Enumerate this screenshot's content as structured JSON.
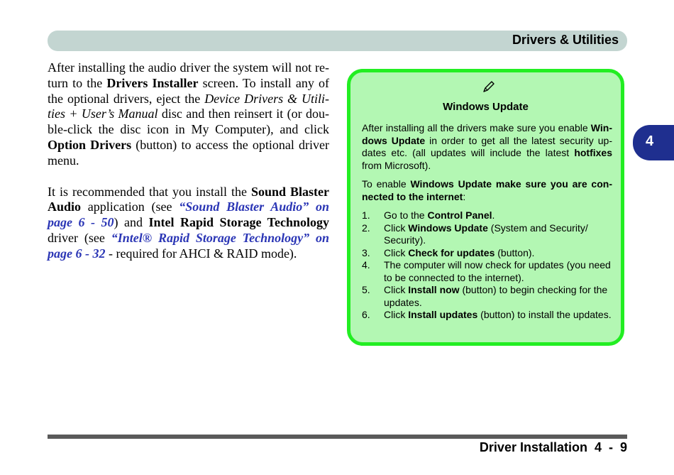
{
  "header": {
    "title": "Drivers & Utilities"
  },
  "chapter_tab": {
    "label": "4"
  },
  "left_column": {
    "p1": {
      "t1": "After installing the audio driver the system will not re-turn to the ",
      "b1": "Drivers Installer",
      "t2": " screen. To install any of the optional drivers, eject the ",
      "i1": "Device Drivers & Utili-ties + User’s Manual",
      "t3": " disc and then reinsert it (or dou-ble-click the disc icon in My Computer), and click ",
      "b2": "Option Drivers",
      "t4": " (button) to access the optional driver menu."
    },
    "p2": {
      "t1": "It is recommended that you install the ",
      "b1": "Sound Blaster Audio",
      "t2": " application (see ",
      "link1": "“Sound Blaster Audio” on page 6 - 50",
      "t3": ") and ",
      "b2": "Intel Rapid Storage Technology",
      "t4": " driver (see ",
      "link2": "“Intel® Rapid Storage Technology” on page 6 - 32",
      "t5": " - required for AHCI & RAID mode)."
    }
  },
  "note": {
    "icon": "pencil-icon",
    "title": "Windows Update",
    "p1": {
      "t1": "After installing all the drivers make sure you enable ",
      "b1": "Win-dows Update",
      "t2": " in order to get all the latest security up-dates etc. (all updates will include the latest ",
      "b2": "hotfixes",
      "t3": " from Microsoft)."
    },
    "p2": {
      "t1": "To enable ",
      "b1": "Windows Update make sure you are con-nected to the internet",
      "t2": ":"
    },
    "steps": [
      {
        "num": "1.",
        "t1": "Go to the ",
        "b1": "Control Panel",
        "t2": "."
      },
      {
        "num": "2.",
        "t1": "Click ",
        "b1": "Windows Update",
        "t2": " (System and Security/ Security)."
      },
      {
        "num": "3.",
        "t1": "Click ",
        "b1": "Check for updates",
        "t2": " (button)."
      },
      {
        "num": "4.",
        "t1": "The computer will now check for updates (you need to be connected to the internet).",
        "b1": "",
        "t2": ""
      },
      {
        "num": "5.",
        "t1": "Click ",
        "b1": "Install now",
        "t2": " (button) to begin checking for the updates."
      },
      {
        "num": "6.",
        "t1": "Click ",
        "b1": "Install updates",
        "t2": " (button) to install the updates."
      }
    ]
  },
  "footer": {
    "text": "Driver Installation  4  -  9"
  },
  "colors": {
    "header_bar": "#c3d5d1",
    "note_bg": "#b3f7b3",
    "note_border": "#22ee22",
    "tab": "#1f2f8f",
    "xref": "#2a35b5"
  }
}
